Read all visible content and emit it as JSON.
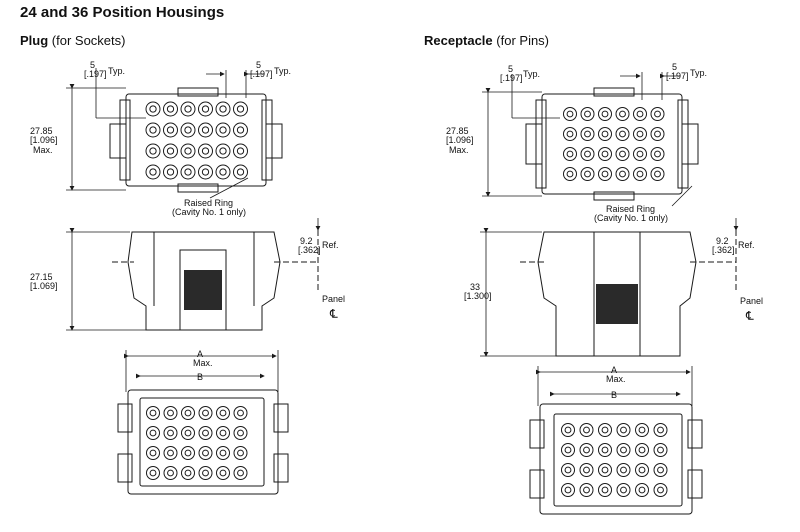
{
  "title": "24 and 36 Position Housings",
  "plug": {
    "heading": "Plug",
    "heading_note": "(for Sockets)",
    "dim_pitch_mm": "5",
    "dim_pitch_in": "[.197]",
    "dim_pitch_suffix": "Typ.",
    "dim_height_mm": "27.85",
    "dim_height_in": "[1.096]",
    "dim_height_suffix": "Max.",
    "callout_line1": "Raised Ring",
    "callout_line2": "(Cavity No. 1 only)",
    "dim_ref_mm": "9.2",
    "dim_ref_in": "[.362]",
    "dim_ref_suffix": "Ref.",
    "dim_side_mm": "27.15",
    "dim_side_in": "[1.069]",
    "panel_label": "Panel",
    "centerline_symbol": "℄",
    "dim_a_label": "A",
    "dim_a_suffix": "Max.",
    "dim_b_label": "B"
  },
  "receptacle": {
    "heading": "Receptacle",
    "heading_note": "(for Pins)",
    "dim_pitch_mm": "5",
    "dim_pitch_in": "[.197]",
    "dim_pitch_suffix": "Typ.",
    "dim_height_mm": "27.85",
    "dim_height_in": "[1.096]",
    "dim_height_suffix": "Max.",
    "callout_line1": "Raised Ring",
    "callout_line2": "(Cavity No. 1 only)",
    "dim_ref_mm": "9.2",
    "dim_ref_in": "[.362]",
    "dim_ref_suffix": "Ref.",
    "dim_side_mm": "33",
    "dim_side_in": "[1.300]",
    "panel_label": "Panel",
    "centerline_symbol": "℄",
    "dim_a_label": "A",
    "dim_a_suffix": "Max.",
    "dim_b_label": "B"
  },
  "colors": {
    "line": "#1a1a1a",
    "shade": "#9a9a9a",
    "grip": "#2a2a2a"
  }
}
